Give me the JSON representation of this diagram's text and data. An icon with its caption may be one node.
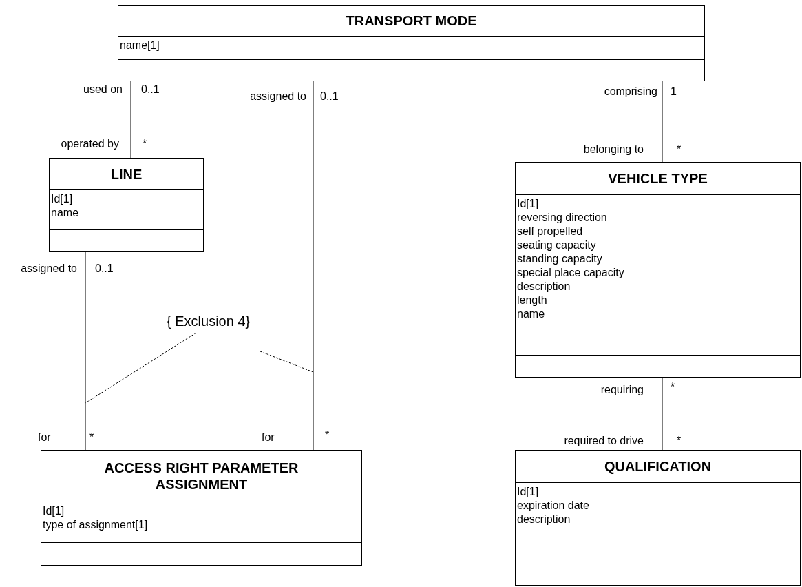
{
  "diagram": {
    "nodes": [
      {
        "text": [
          "TRANSPORT MODE",
          "name[1]"
        ]
      },
      {
        "text": [
          "LINE",
          "Id[1]",
          "name"
        ]
      },
      {
        "text": [
          "VEHICLE TYPE",
          "Id[1]",
          "reversing direction",
          "self propelled",
          "seating capacity",
          "standing capacity",
          "special place capacity",
          "description",
          "length",
          "name"
        ]
      },
      {
        "text": [
          "{ Exclusion 4}"
        ]
      },
      {
        "text": [
          "ACCESS RIGHT PARAMETER ASSIGNMENT",
          "Id[1]",
          "type of assignment[1]"
        ]
      },
      {
        "text": [
          "QUALIFICATION",
          "Id[1]",
          "expiration date",
          "description"
        ]
      }
    ],
    "edges": [
      {
        "from": 0,
        "to": 1,
        "arrow": "none"
      },
      {
        "from": 0,
        "to": 4,
        "arrow": "none"
      },
      {
        "from": 0,
        "to": 2,
        "arrow": "none"
      },
      {
        "from": 1,
        "to": 4,
        "arrow": "none"
      },
      {
        "from": 2,
        "to": 5,
        "arrow": "none"
      },
      {
        "from": 3,
        "to": null,
        "arrow": "none",
        "style": "dashed"
      },
      {
        "from": 3,
        "to": null,
        "arrow": "none",
        "style": "dashed"
      }
    ],
    "labels": [
      "used on",
      "0..1",
      "assigned to",
      "0..1",
      "comprising",
      "1",
      "operated by",
      "*",
      "belonging to",
      "*",
      "assigned to",
      "0..1",
      "requiring",
      "*",
      "for",
      "*",
      "for",
      "*",
      "required to drive",
      "*"
    ]
  }
}
